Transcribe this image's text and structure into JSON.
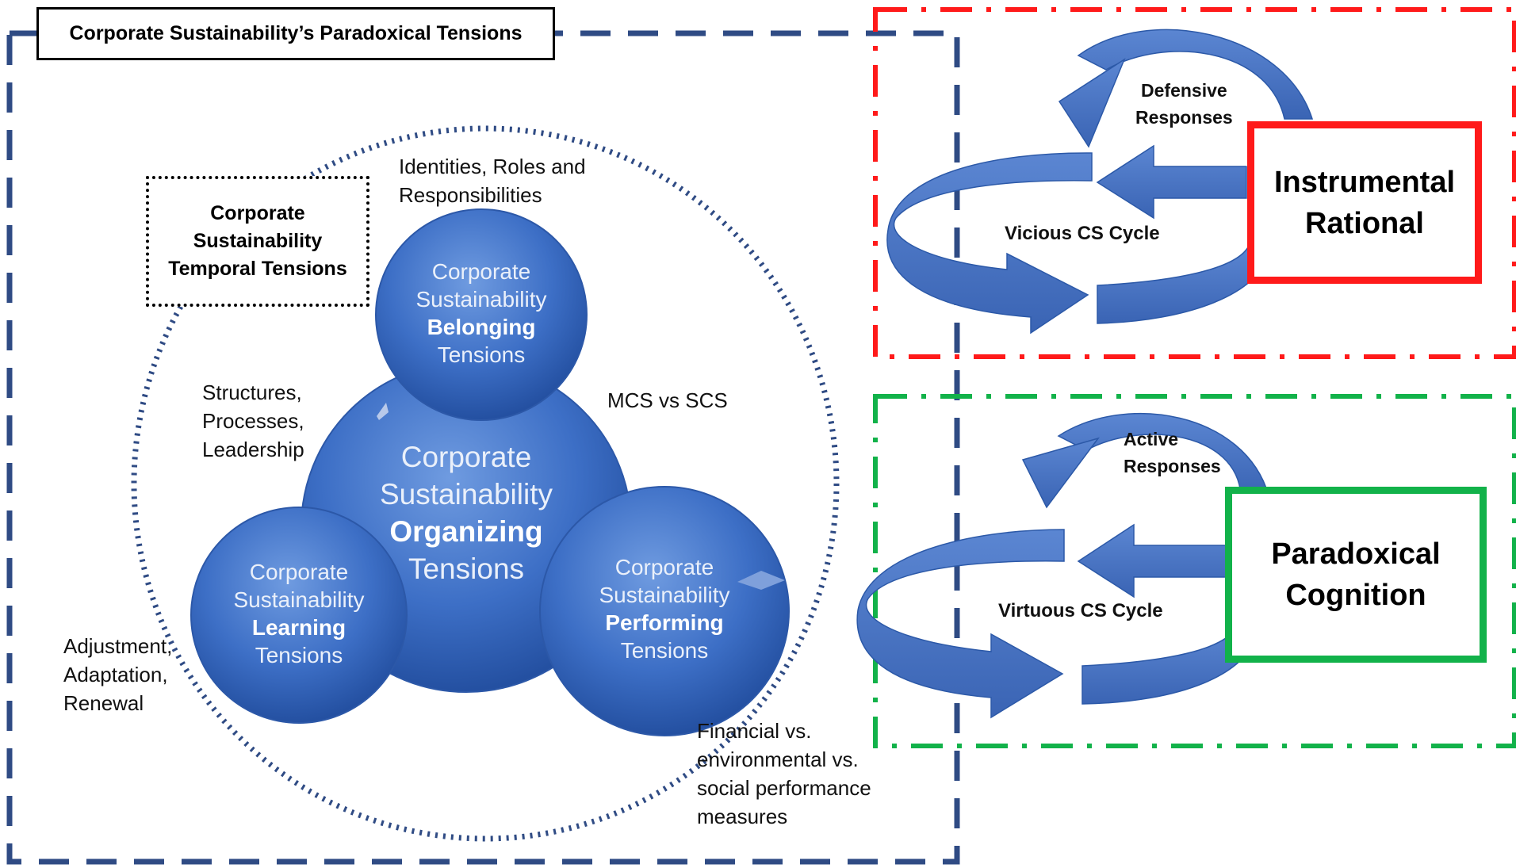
{
  "title": "Corporate Sustainability’s Paradoxical Tensions",
  "temporal_box": "Corporate\nSustainability\nTemporal Tensions",
  "center_circle": {
    "line1": "Corporate",
    "line2": "Sustainability",
    "line3": "Organizing",
    "line4": "Tensions"
  },
  "belonging_circle": {
    "line1": "Corporate",
    "line2": "Sustainability",
    "line3": "Belonging",
    "line4": "Tensions"
  },
  "learning_circle": {
    "line1": "Corporate",
    "line2": "Sustainability",
    "line3": "Learning",
    "line4": "Tensions"
  },
  "performing_circle": {
    "line1": "Corporate",
    "line2": "Sustainability",
    "line3": "Performing",
    "line4": "Tensions"
  },
  "annotations": {
    "identities": "Identities, Roles and\nResponsibilities",
    "structures": "Structures,\nProcesses,\nLeadership",
    "mcs": "MCS vs SCS",
    "adjustment": "Adjustment,\nAdaptation,\nRenewal",
    "financial": "Financial vs.\nenvironmental vs.\nsocial performance\nmeasures"
  },
  "vicious": {
    "responses": "Defensive\nResponses",
    "cycle": "Vicious CS Cycle",
    "cognition": "Instrumental\nRational"
  },
  "virtuous": {
    "responses": "Active\nResponses",
    "cycle": "Virtuous CS Cycle",
    "cognition": "Paradoxical\nCognition"
  },
  "colors": {
    "navy_dash": "#2f4b84",
    "red": "#ff0000",
    "green": "#00b050",
    "arrow_blue": "#4472c4",
    "circle_blue": "#3a6cc4"
  }
}
